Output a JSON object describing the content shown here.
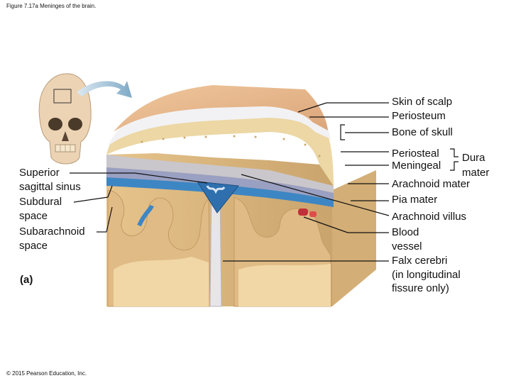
{
  "caption": "Figure 7.17a Meninges of the brain.",
  "copyright": "© 2015 Pearson Education, Inc.",
  "panel_label": "(a)",
  "labels_left": {
    "superior_sagittal_sinus": [
      "Superior",
      "sagittal sinus"
    ],
    "subdural_space": [
      "Subdural",
      "space"
    ],
    "subarachnoid_space": [
      "Subarachnoid",
      "space"
    ]
  },
  "labels_right": {
    "skin_of_scalp": "Skin of scalp",
    "periosteum": "Periosteum",
    "bone_of_skull": "Bone of skull",
    "periosteal": "Periosteal",
    "meningeal": "Meningeal",
    "dura": "Dura",
    "mater": "mater",
    "arachnoid_mater": "Arachnoid mater",
    "pia_mater": "Pia mater",
    "arachnoid_villus": "Arachnoid villus",
    "blood_vessel": [
      "Blood",
      "vessel"
    ],
    "falx_cerebri": [
      "Falx cerebri",
      "(in longitudinal",
      "fissure only)"
    ]
  },
  "colors": {
    "skin": "#e8b98c",
    "periosteum": "#f2f2f4",
    "bone": "#ecd7a5",
    "dura": "#c9c7cc",
    "arachnoid": "#8a8fb2",
    "subarachnoid": "#3d86c4",
    "cortex": "#e0bb86",
    "white_matter": "#f0d7a5",
    "arrow": "#8fb5cf"
  }
}
